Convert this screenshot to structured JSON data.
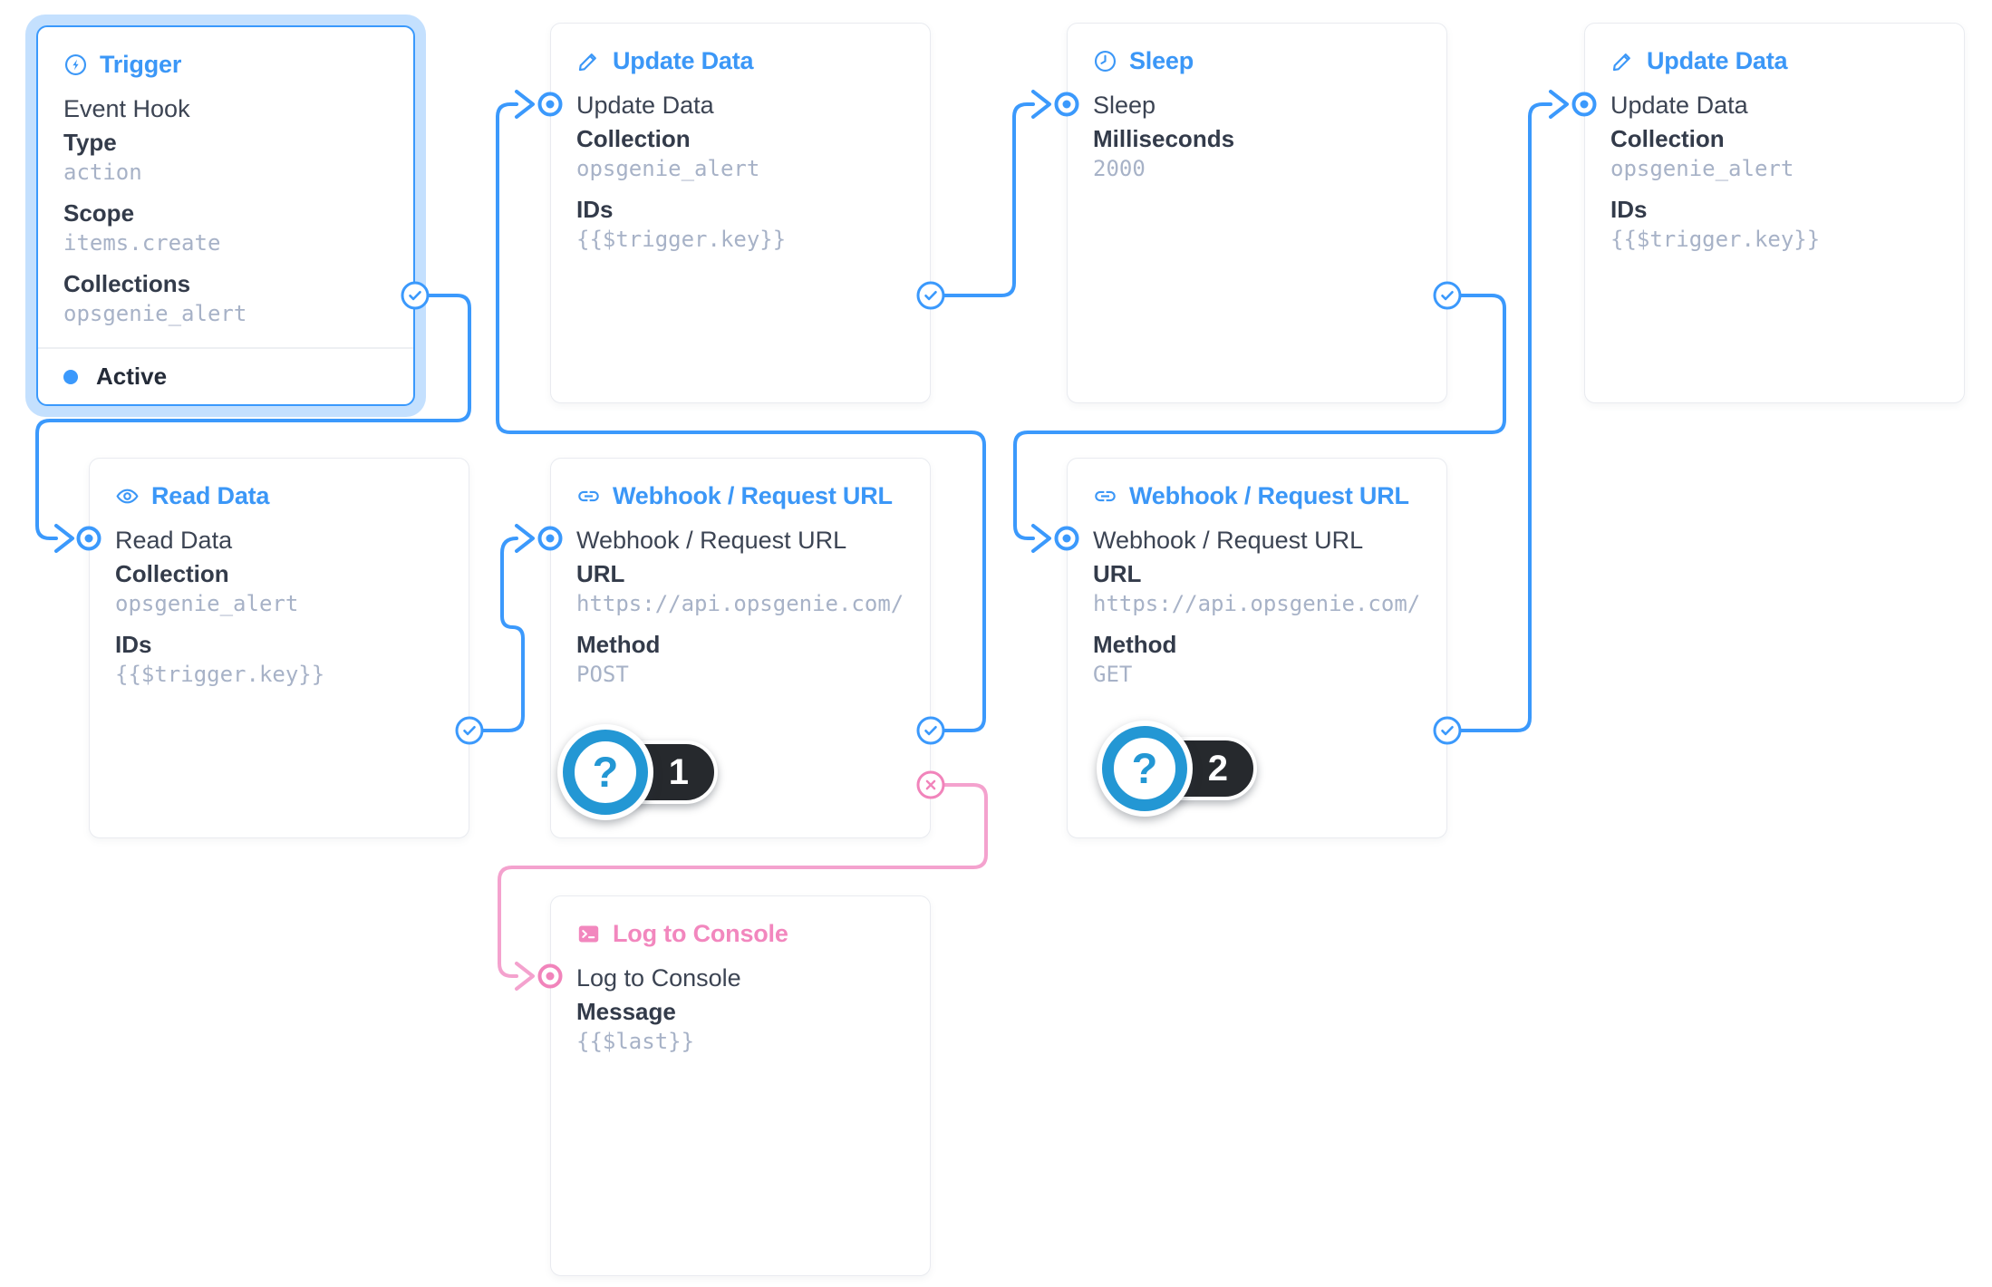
{
  "app": {
    "view": "flow-editor"
  },
  "colors": {
    "accent_blue": "#3b99fc",
    "title_blue": "#3b97f7",
    "accent_pink": "#f287be",
    "line_pink": "#f4a2ce",
    "badge_ring_blue": "#2397d4",
    "badge_pill_dark": "#26292d",
    "value_gray": "#a7b2c7",
    "label_dark": "#333b4a"
  },
  "nodes": [
    {
      "id": "trigger",
      "title": "Trigger",
      "icon": "zap-icon",
      "name": "Event Hook",
      "selected": true,
      "status": "Active",
      "fields": [
        {
          "label": "Type",
          "value": "action"
        },
        {
          "label": "Scope",
          "value": "items.create"
        },
        {
          "label": "Collections",
          "value": "opsgenie_alert"
        }
      ]
    },
    {
      "id": "update_data_1",
      "title": "Update Data",
      "icon": "pencil-icon",
      "name": "Update Data",
      "fields": [
        {
          "label": "Collection",
          "value": "opsgenie_alert"
        },
        {
          "label": "IDs",
          "value": "{{$trigger.key}}"
        }
      ]
    },
    {
      "id": "sleep",
      "title": "Sleep",
      "icon": "clock-icon",
      "name": "Sleep",
      "fields": [
        {
          "label": "Milliseconds",
          "value": "2000"
        }
      ]
    },
    {
      "id": "update_data_2",
      "title": "Update Data",
      "icon": "pencil-icon",
      "name": "Update Data",
      "fields": [
        {
          "label": "Collection",
          "value": "opsgenie_alert"
        },
        {
          "label": "IDs",
          "value": "{{$trigger.key}}"
        }
      ]
    },
    {
      "id": "read_data",
      "title": "Read Data",
      "icon": "eye-icon",
      "name": "Read Data",
      "fields": [
        {
          "label": "Collection",
          "value": "opsgenie_alert"
        },
        {
          "label": "IDs",
          "value": "{{$trigger.key}}"
        }
      ]
    },
    {
      "id": "webhook_post",
      "title": "Webhook / Request URL",
      "icon": "link-icon",
      "name": "Webhook / Request URL",
      "badge": "1",
      "fields": [
        {
          "label": "URL",
          "value": "https://api.opsgenie.com/v…"
        },
        {
          "label": "Method",
          "value": "POST"
        }
      ]
    },
    {
      "id": "webhook_get",
      "title": "Webhook / Request URL",
      "icon": "link-icon",
      "name": "Webhook / Request URL",
      "badge": "2",
      "fields": [
        {
          "label": "URL",
          "value": "https://api.opsgenie.com/v…"
        },
        {
          "label": "Method",
          "value": "GET"
        }
      ]
    },
    {
      "id": "log_to_console",
      "title": "Log to Console",
      "icon": "terminal-icon",
      "name": "Log to Console",
      "fields": [
        {
          "label": "Message",
          "value": "{{$last}}"
        }
      ]
    }
  ],
  "edges": [
    {
      "from": "trigger",
      "to": "read_data",
      "type": "resolve"
    },
    {
      "from": "read_data",
      "to": "webhook_post",
      "type": "resolve"
    },
    {
      "from": "webhook_post",
      "to": "update_data_1",
      "type": "resolve"
    },
    {
      "from": "webhook_post",
      "to": "log_to_console",
      "type": "reject"
    },
    {
      "from": "update_data_1",
      "to": "sleep",
      "type": "resolve"
    },
    {
      "from": "sleep",
      "to": "webhook_get",
      "type": "resolve"
    },
    {
      "from": "webhook_get",
      "to": "update_data_2",
      "type": "resolve"
    }
  ]
}
